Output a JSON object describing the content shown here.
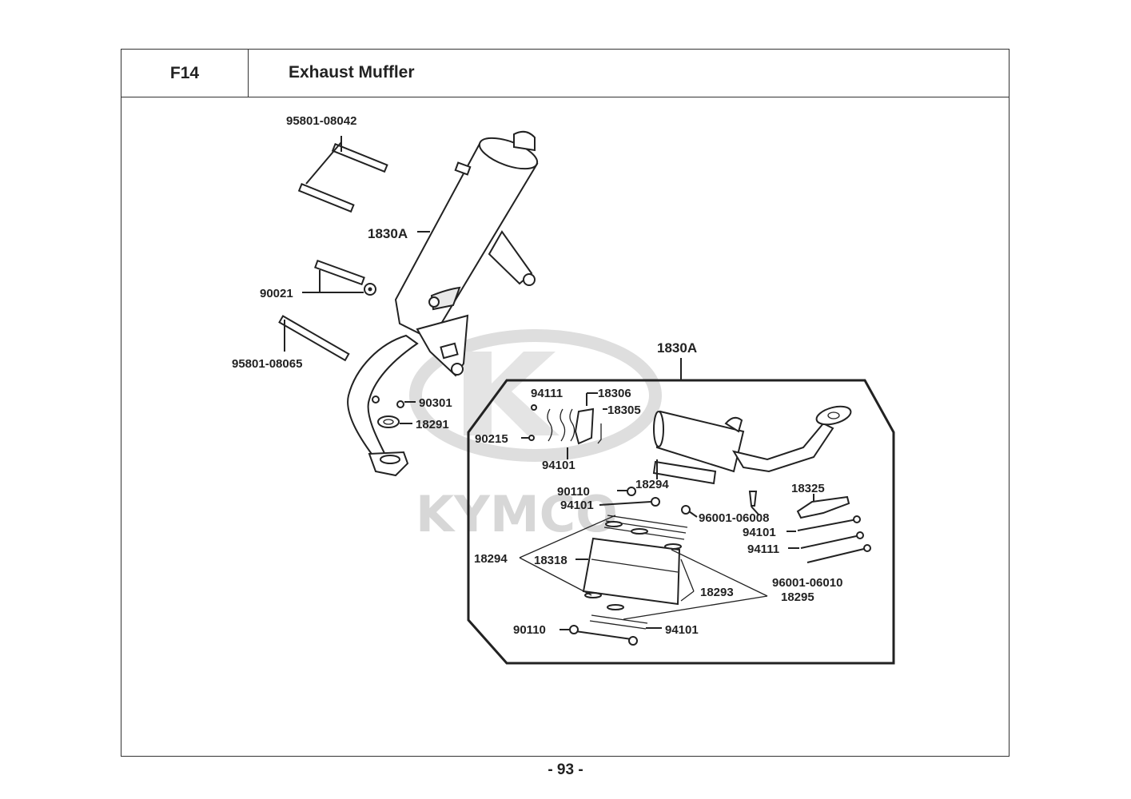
{
  "header": {
    "section_code": "F14",
    "section_title": "Exhaust Muffler"
  },
  "watermark": {
    "brand": "KYMCO"
  },
  "page": {
    "number": "- 93 -"
  },
  "parts": {
    "bolt_top": "95801-08042",
    "muffler_assy_left": "1830A",
    "bolt_washer": "90021",
    "bolt_lower": "95801-08065",
    "nut_90301": "90301",
    "gasket": "18291",
    "muffler_assy_box": "1830A",
    "p94111_top": "94111",
    "p18306": "18306",
    "p18305": "18305",
    "p90215": "90215",
    "p94101_a": "94101",
    "p18294_a": "18294",
    "p90110_a": "90110",
    "p94101_b": "94101",
    "p18325": "18325",
    "p96001_06008": "96001-06008",
    "p94101_c": "94101",
    "p94111_b": "94111",
    "p18294_b": "18294",
    "p18318": "18318",
    "p96001_06010": "96001-06010",
    "p18293": "18293",
    "p18295": "18295",
    "p90110_b": "90110",
    "p94101_d": "94101"
  }
}
